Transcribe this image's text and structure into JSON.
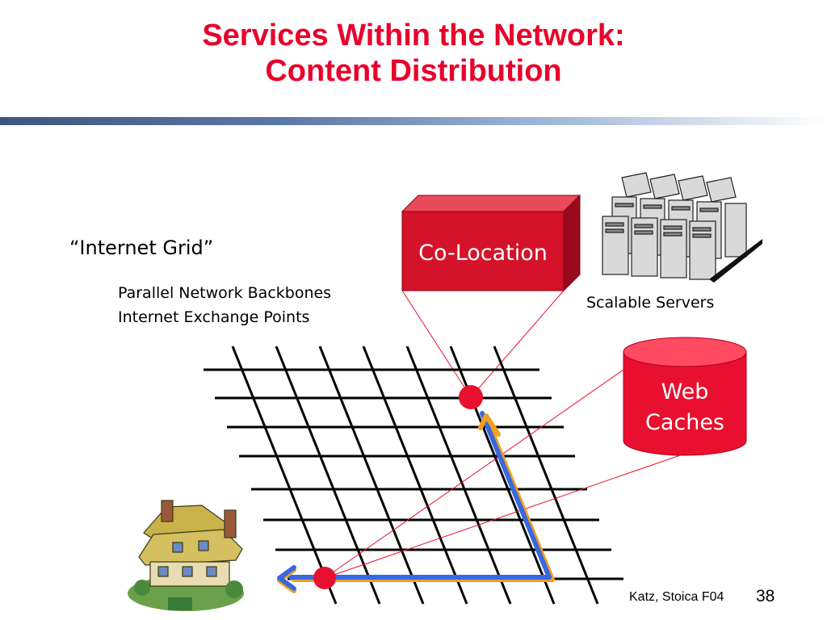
{
  "slide": {
    "title_line1": "Services Within the Network:",
    "title_line2": "Content Distribution",
    "internet_grid_label": "“Internet Grid”",
    "bullets": [
      "Parallel Network Backbones",
      "Internet Exchange Points"
    ],
    "colocation_label": "Co-Location",
    "scalable_servers_label": "Scalable Servers",
    "web_caches_line1": "Web",
    "web_caches_line2": "Caches",
    "footer_credit": "Katz, Stoica F04",
    "page_number": "38"
  },
  "colors": {
    "title": "#e8002a",
    "colocation_box": "#d4122a",
    "cache_cylinder": "#e8102e",
    "node": "#e8102e",
    "path_blue": "#3a66e0",
    "path_orange": "#f0a020"
  }
}
